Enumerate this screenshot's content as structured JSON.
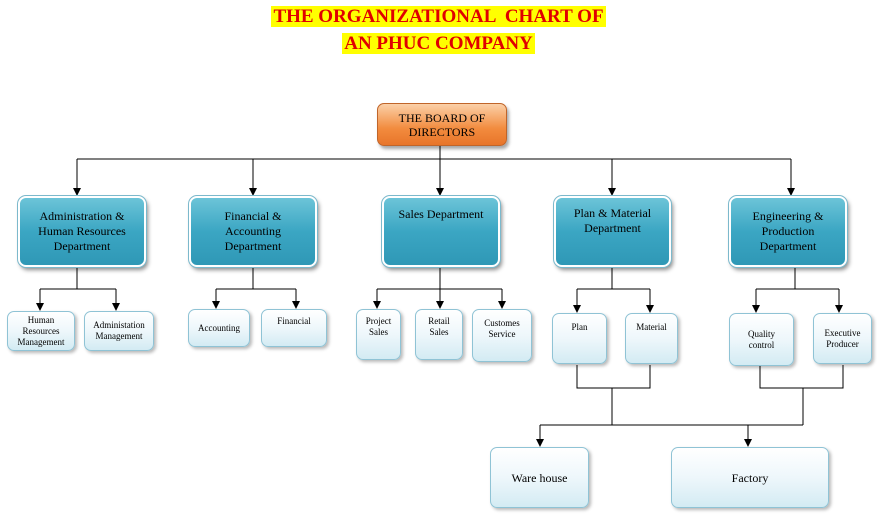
{
  "title": {
    "line1": "THE ORGANIZATIONAL  CHART OF",
    "line2": "AN PHUC COMPANY"
  },
  "board": "THE BOARD OF DIRECTORS",
  "departments": [
    {
      "name": "Administration & Human Resources Department",
      "units": [
        "Human Resources Management",
        "Administation Management"
      ]
    },
    {
      "name": "Financial & Accounting Department",
      "units": [
        "Accounting",
        "Financial"
      ]
    },
    {
      "name": "Sales Department",
      "units": [
        "Project Sales",
        "Retail Sales",
        "Customes Service"
      ]
    },
    {
      "name": "Plan & Material Department",
      "units": [
        "Plan",
        "Material"
      ]
    },
    {
      "name": "Engineering & Production Department",
      "units": [
        "Quality control",
        "Executive Producer"
      ]
    }
  ],
  "facilities": [
    "Ware house",
    "Factory"
  ],
  "colors": {
    "title_text": "#e00000",
    "title_highlight": "#ffff00",
    "board_fill": "#f28b3e",
    "department_fill": "#3ba6c3",
    "unit_fill": "#eef7fb"
  }
}
